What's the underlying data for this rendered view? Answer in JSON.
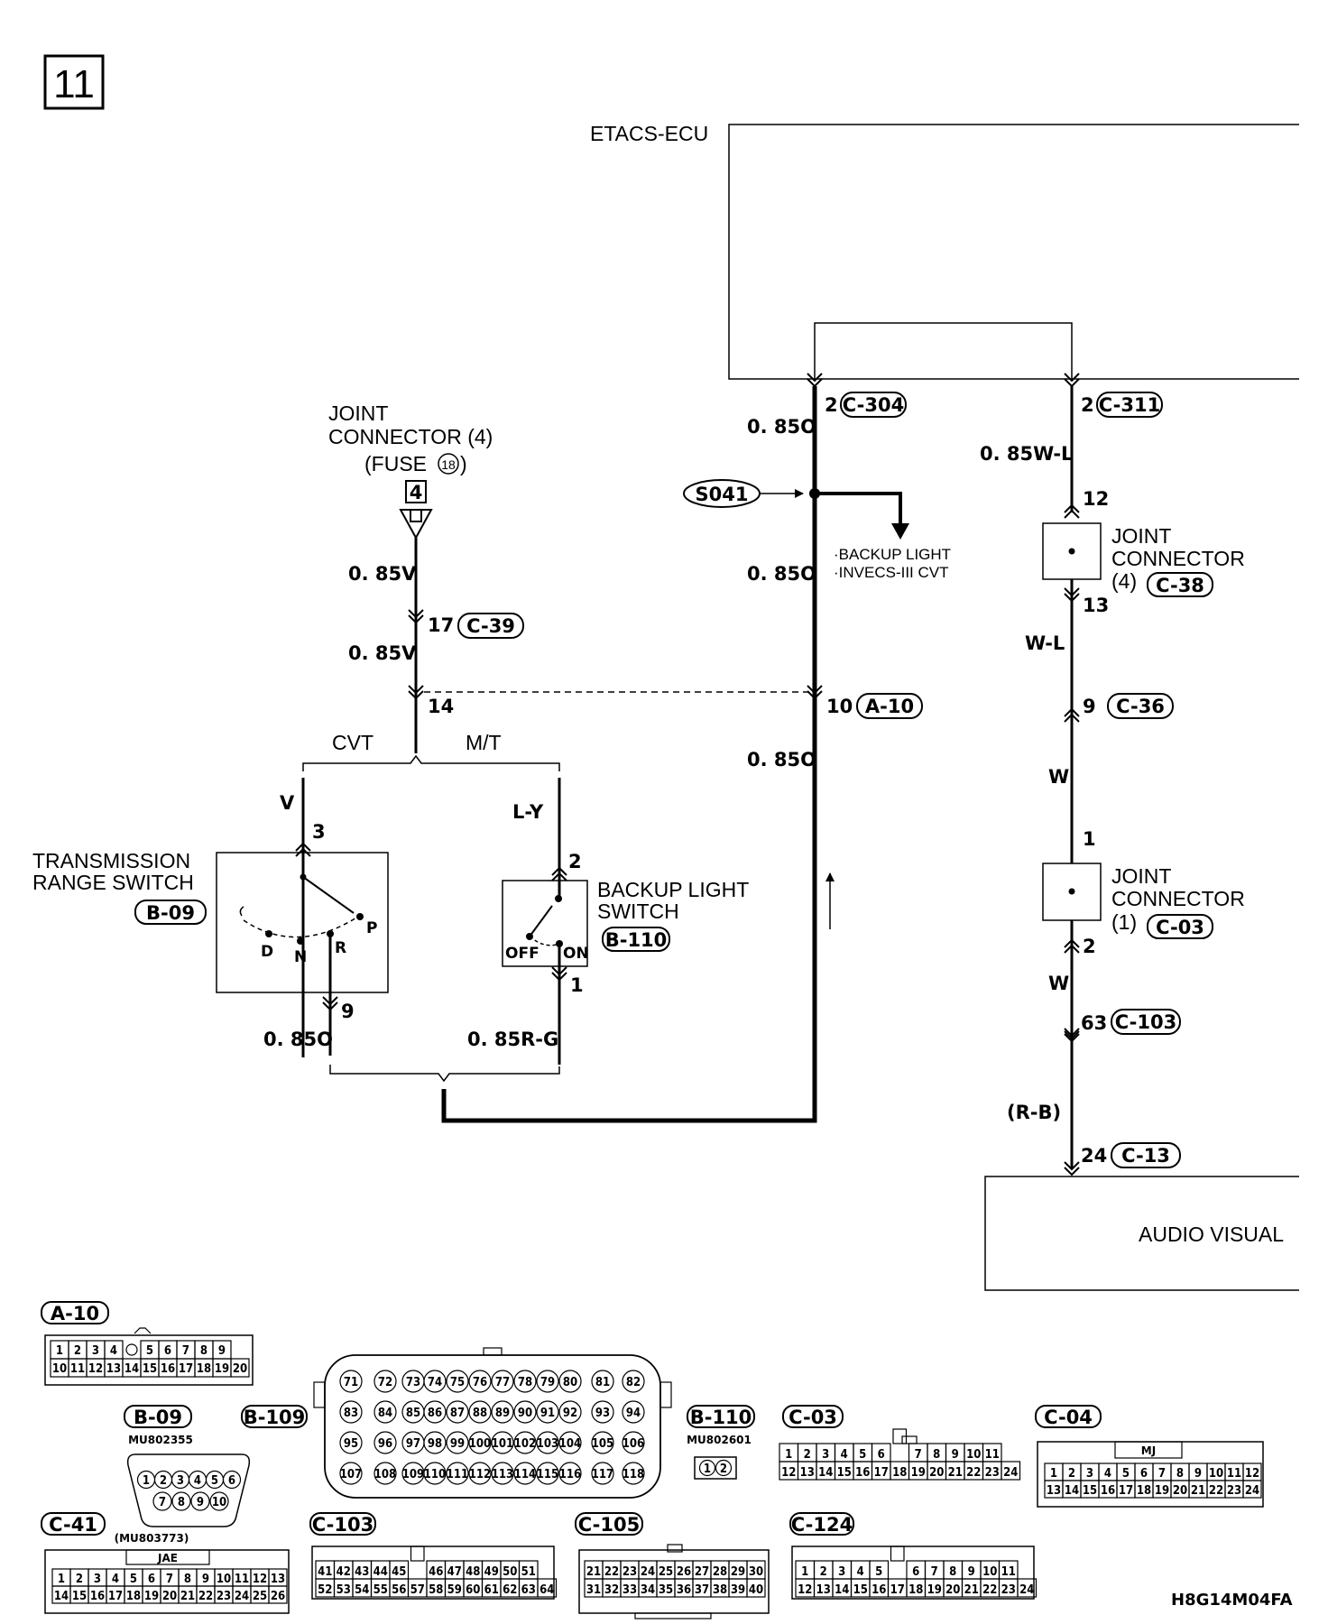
{
  "page_number": "11",
  "drawing_id": "H8G14M04FA",
  "components": {
    "etacs": "ETACS-ECU",
    "joint_conn_top": [
      "JOINT",
      "CONNECTOR (4)",
      "(FUSE",
      "18",
      ")"
    ],
    "joint_conn_top_pin": "4",
    "trs": [
      "TRANSMISSION",
      "RANGE SWITCH"
    ],
    "trs_conn": "B-09",
    "trs_positions": [
      "D",
      "N",
      "R",
      "P"
    ],
    "bls": [
      "BACKUP LIGHT",
      "SWITCH"
    ],
    "bls_conn": "B-110",
    "bls_positions": [
      "OFF",
      "ON"
    ],
    "cvt": "CVT",
    "mt": "M/T",
    "splice": "S041",
    "splice_notes": [
      "·BACKUP LIGHT",
      "·INVECS-III CVT"
    ],
    "jc_c38": [
      "JOINT",
      "CONNECTOR",
      "(4)"
    ],
    "jc_c38_conn": "C-38",
    "jc_c03": [
      "JOINT",
      "CONNECTOR",
      "(1)"
    ],
    "jc_c03_conn": "C-03",
    "audio": "AUDIO VISUAL"
  },
  "wires": {
    "w1": "0. 85V",
    "w2": "0. 85V",
    "w3": "V",
    "w4": "L-Y",
    "w5": "0. 85O",
    "w6": "0. 85R-G",
    "w7": "0. 85O",
    "w8": "0. 85O",
    "w9": "0. 85O",
    "w10": "0. 85W-L",
    "w11": "W-L",
    "w12": "W",
    "w13": "W",
    "w14": "(R-B)"
  },
  "pins": {
    "c304": "2",
    "c304_conn": "C-304",
    "c311": "2",
    "c311_conn": "C-311",
    "c39": "17",
    "c39_conn": "C-39",
    "p14": "14",
    "a10": "10",
    "a10_conn": "A-10",
    "trs3": "3",
    "trs9": "9",
    "bls2": "2",
    "bls1": "1",
    "jc12": "12",
    "jc13": "13",
    "c36": "9",
    "c36_conn": "C-36",
    "jc1": "1",
    "jc2": "2",
    "c103": "63",
    "c103_conn": "C-103",
    "c13": "24",
    "c13_conn": "C-13"
  },
  "connector_faces": {
    "a10": {
      "label": "A-10",
      "row1": [
        "1",
        "2",
        "3",
        "4",
        "",
        "5",
        "6",
        "7",
        "8",
        "9"
      ],
      "row2": [
        "10",
        "11",
        "12",
        "13",
        "14",
        "15",
        "16",
        "17",
        "18",
        "19",
        "20"
      ]
    },
    "b09": {
      "label": "B-09",
      "part": "MU802355",
      "row1": [
        "1",
        "2",
        "3",
        "4",
        "5",
        "6"
      ],
      "row2": [
        "7",
        "8",
        "9",
        "10"
      ]
    },
    "b109": {
      "label": "B-109",
      "rows": [
        [
          "71",
          "72",
          "73",
          "74",
          "75",
          "76",
          "77",
          "78",
          "79",
          "80",
          "81",
          "82"
        ],
        [
          "83",
          "84",
          "85",
          "86",
          "87",
          "88",
          "89",
          "90",
          "91",
          "92",
          "93",
          "94"
        ],
        [
          "95",
          "96",
          "97",
          "98",
          "99",
          "100",
          "101",
          "102",
          "103",
          "104",
          "105",
          "106"
        ],
        [
          "107",
          "108",
          "109",
          "110",
          "111",
          "112",
          "113",
          "114",
          "115",
          "116",
          "117",
          "118"
        ]
      ]
    },
    "b110": {
      "label": "B-110",
      "part": "MU802601",
      "pins": [
        "1",
        "2"
      ]
    },
    "c03": {
      "label": "C-03",
      "row1": [
        "1",
        "2",
        "3",
        "4",
        "5",
        "6",
        "",
        "7",
        "8",
        "9",
        "10",
        "11"
      ],
      "row2": [
        "12",
        "13",
        "14",
        "15",
        "16",
        "17",
        "18",
        "19",
        "20",
        "21",
        "22",
        "23",
        "24"
      ]
    },
    "c04": {
      "label": "C-04",
      "tag": "MJ",
      "row1": [
        "1",
        "2",
        "3",
        "4",
        "5",
        "6",
        "7",
        "8",
        "9",
        "10",
        "11",
        "12"
      ],
      "row2": [
        "13",
        "14",
        "15",
        "16",
        "17",
        "18",
        "19",
        "20",
        "21",
        "22",
        "23",
        "24"
      ]
    },
    "c41": {
      "label": "C-41",
      "part": "(MU803773)",
      "tag": "JAE",
      "row1": [
        "1",
        "2",
        "3",
        "4",
        "5",
        "6",
        "7",
        "8",
        "9",
        "10",
        "11",
        "12",
        "13"
      ],
      "row2": [
        "14",
        "15",
        "16",
        "17",
        "18",
        "19",
        "20",
        "21",
        "22",
        "23",
        "24",
        "25",
        "26"
      ]
    },
    "c103": {
      "label": "C-103",
      "row1": [
        "41",
        "42",
        "43",
        "44",
        "45",
        "",
        "46",
        "47",
        "48",
        "49",
        "50",
        "51"
      ],
      "row2": [
        "52",
        "53",
        "54",
        "55",
        "56",
        "57",
        "58",
        "59",
        "60",
        "61",
        "62",
        "63",
        "64"
      ]
    },
    "c105": {
      "label": "C-105",
      "row1": [
        "21",
        "22",
        "23",
        "24",
        "25",
        "26",
        "27",
        "28",
        "29",
        "30"
      ],
      "row2": [
        "31",
        "32",
        "33",
        "34",
        "35",
        "36",
        "37",
        "38",
        "39",
        "40"
      ]
    },
    "c124": {
      "label": "C-124",
      "row1": [
        "1",
        "2",
        "3",
        "4",
        "5",
        "",
        "6",
        "7",
        "8",
        "9",
        "10",
        "11"
      ],
      "row2": [
        "12",
        "13",
        "14",
        "15",
        "16",
        "17",
        "18",
        "19",
        "20",
        "21",
        "22",
        "23",
        "24"
      ]
    }
  }
}
